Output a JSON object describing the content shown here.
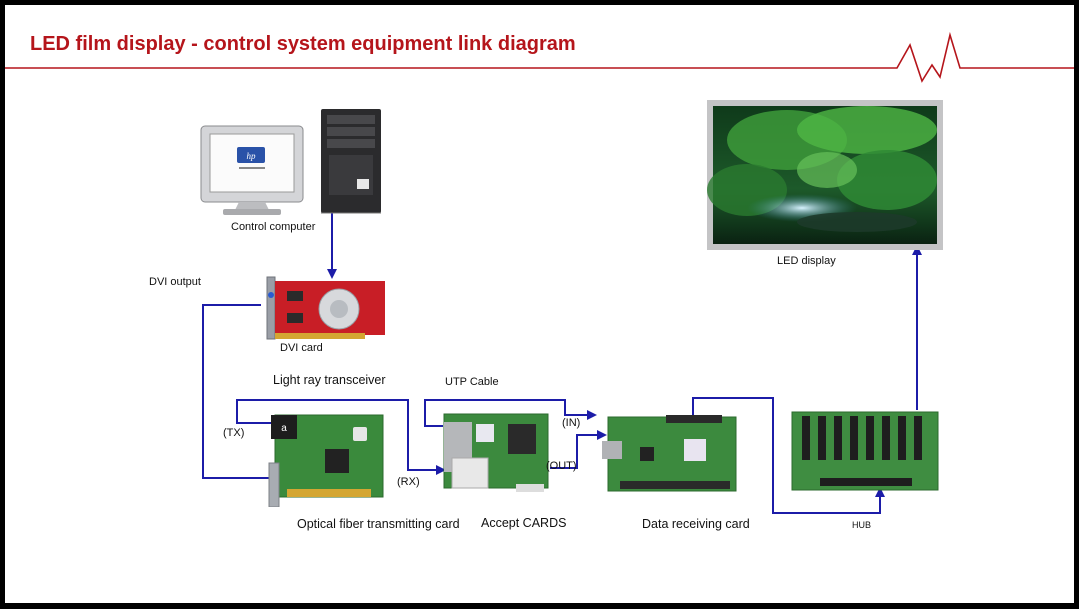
{
  "title": "LED film display - control system equipment link diagram",
  "colors": {
    "title": "#b5151b",
    "rule": "#b5151b",
    "link": "#1c1ca8",
    "pcb": "#2f7a35"
  },
  "labels": {
    "control_computer": "Control computer",
    "dvi_output": "DVI output",
    "dvi_card": "DVI card",
    "light_ray_transceiver": "Light ray transceiver",
    "utp_cable": "UTP Cable",
    "tx": "(TX)",
    "rx": "(RX)",
    "in": "(IN)",
    "out": "(OUT)",
    "optical_fiber_transmitting_card": "Optical fiber transmitting card",
    "accept_cards": "Accept CARDS",
    "data_receiving_card": "Data receiving card",
    "hub": "HUB",
    "led_display": "LED display"
  },
  "icons": {
    "monitor": "monitor-icon",
    "tower": "pc-tower-icon",
    "dvi_card": "graphics-card-icon",
    "fiber_card": "fiber-card-icon",
    "accept_card": "accept-card-icon",
    "receiving_card": "receiving-card-icon",
    "hub": "hub-board-icon",
    "led_screen": "led-screen-icon"
  }
}
